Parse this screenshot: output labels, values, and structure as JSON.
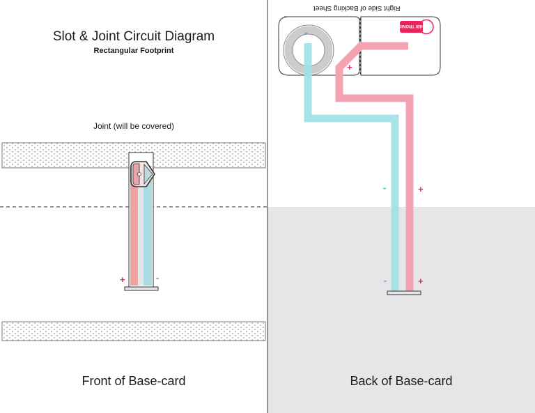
{
  "title": "Slot & Joint Circuit Diagram",
  "subtitle": "Rectangular Footprint",
  "joint_label": "Joint  (will be covered)",
  "front_label": "Front of Base-card",
  "back_label": "Back of Base-card",
  "backing_label": "Right Side of Backing Sheet",
  "logo_text": "CHIBI TRONICS",
  "signs": {
    "plus": "+",
    "minus": "-"
  },
  "colors": {
    "positive": "#f4a3b2",
    "negative": "#9fe0e6",
    "accent": "#e8245a",
    "shade": "#e6e6e8"
  }
}
